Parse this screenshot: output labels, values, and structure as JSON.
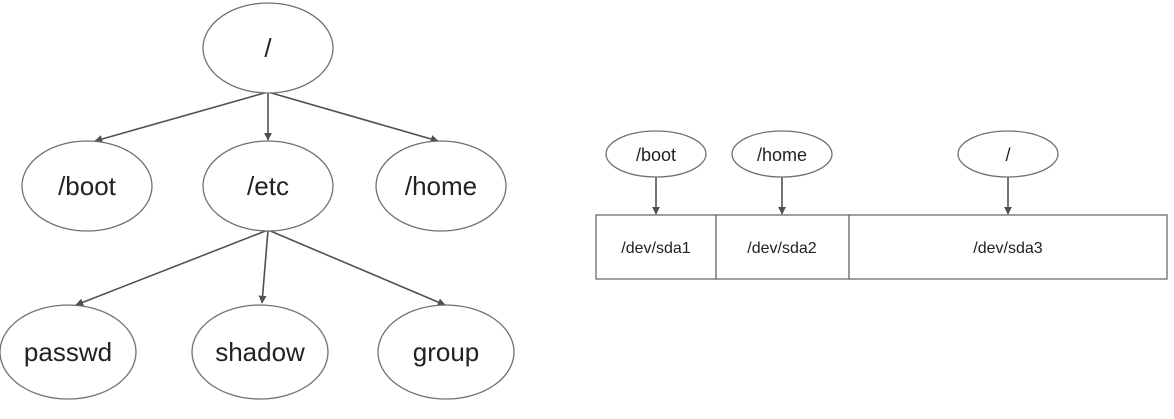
{
  "tree": {
    "root": "/",
    "level1": [
      "/boot",
      "/etc",
      "/home"
    ],
    "etc_children": [
      "passwd",
      "shadow",
      "group"
    ]
  },
  "mounts": {
    "mount_points": [
      "/boot",
      "/home",
      "/"
    ],
    "partitions": [
      "/dev/sda1",
      "/dev/sda2",
      "/dev/sda3"
    ]
  }
}
